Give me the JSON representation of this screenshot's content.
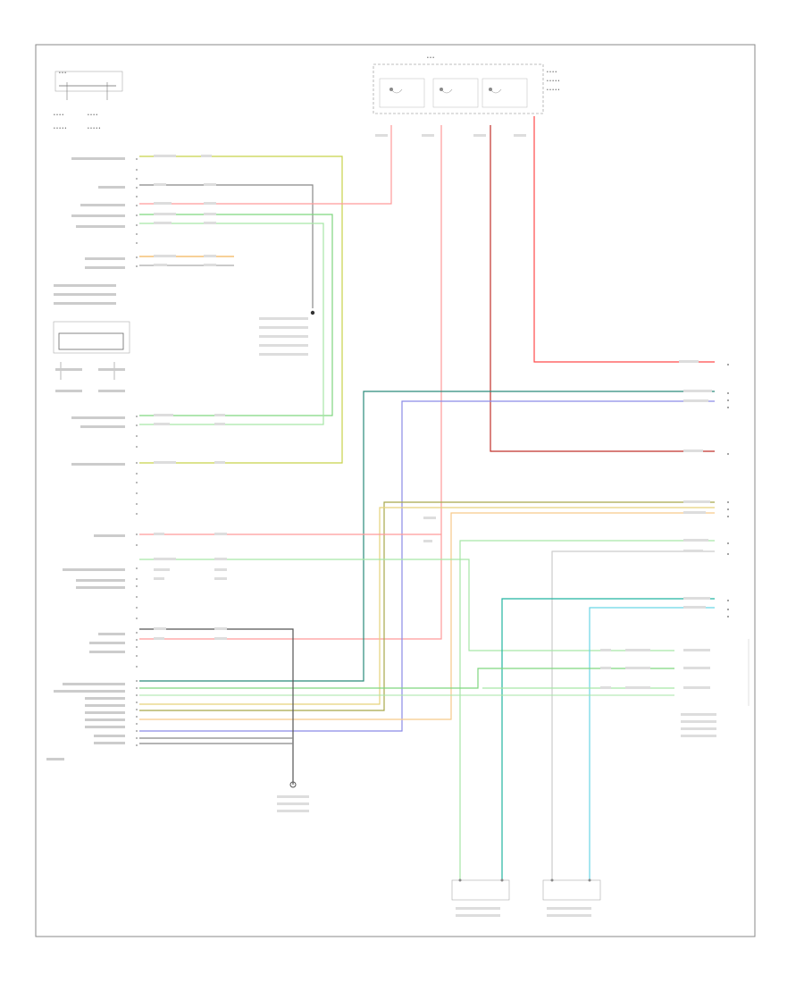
{
  "diagram": {
    "footer_code": "",
    "colors": {
      "red": "#ff4a4a",
      "pink": "#ff9a9a",
      "yellow_green": "#c8d24a",
      "green": "#7fd67f",
      "light_green": "#a6e6a6",
      "dark_teal": "#2a8a7a",
      "teal": "#22b3a0",
      "cyan": "#6ad6e6",
      "blue": "#8a8ae6",
      "orange": "#f2b35a",
      "light_orange": "#f6c98a",
      "gray": "#8a8a8a",
      "dark_red": "#c0302a",
      "olive": "#a8a84a",
      "black": "#333333"
    },
    "components": [
      {
        "id": "top-left-speaker",
        "label": ""
      },
      {
        "id": "remote-module",
        "label": ""
      },
      {
        "id": "fuse-block",
        "label": ""
      },
      {
        "id": "ground",
        "label": ""
      },
      {
        "id": "left-rear-speaker",
        "label": ""
      },
      {
        "id": "right-rear-speaker",
        "label": ""
      },
      {
        "id": "amplifier-note",
        "label": ""
      }
    ]
  }
}
